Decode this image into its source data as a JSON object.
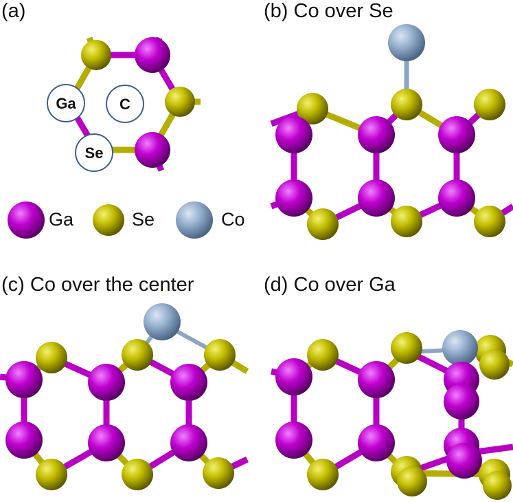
{
  "colors": {
    "Ga": "#b700c4",
    "Se": "#b3ae00",
    "Co": "#8aa6c4",
    "site_circle": "#3a5f96"
  },
  "panels": {
    "a": {
      "title": "(a)",
      "site_labels": [
        "Ga",
        "C",
        "Se"
      ]
    },
    "b": {
      "title": "(b) Co over Se"
    },
    "c": {
      "title": "(c) Co over the center"
    },
    "d": {
      "title": "(d) Co over Ga"
    }
  },
  "legend": [
    {
      "element": "Ga",
      "label": "Ga"
    },
    {
      "element": "Se",
      "label": "Se"
    },
    {
      "element": "Co",
      "label": "Co"
    }
  ]
}
